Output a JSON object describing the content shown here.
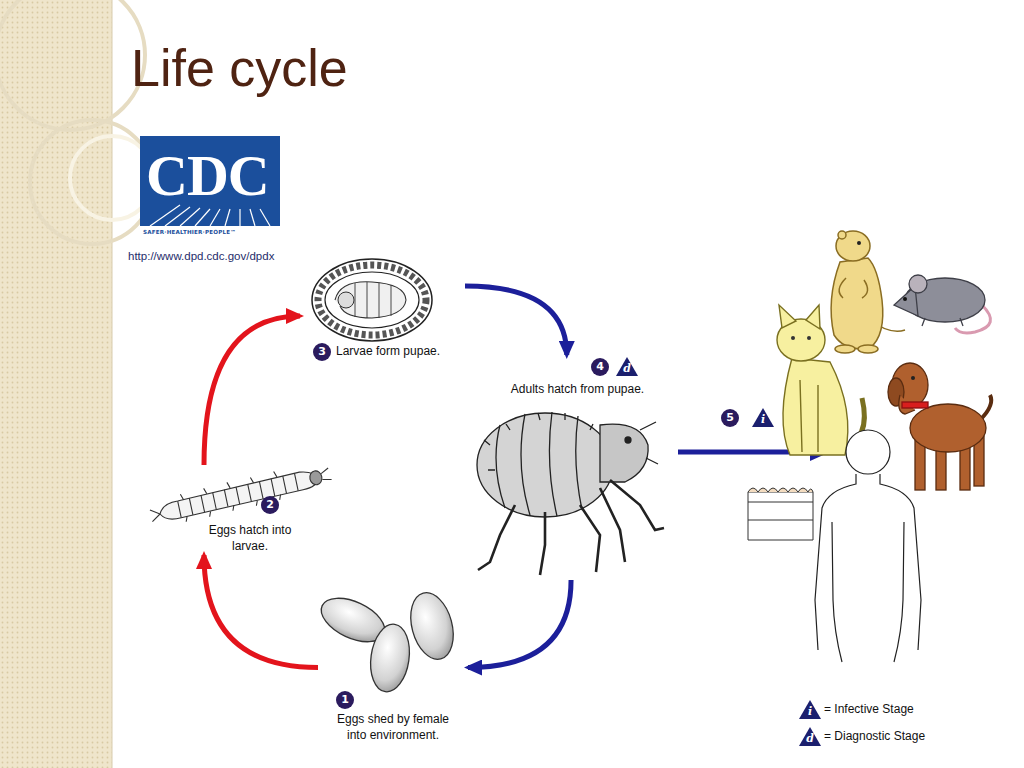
{
  "diagram": {
    "title": "Life cycle",
    "nodes": [
      {
        "text": [
          "1",
          "Eggs shed by female into environment."
        ]
      },
      {
        "text": [
          "2",
          "Eggs hatch into larvae."
        ]
      },
      {
        "text": [
          "3",
          "Larvae form pupae."
        ]
      },
      {
        "text": [
          "4",
          "d",
          "Adults hatch from pupae."
        ]
      }
    ],
    "edges": [
      {
        "from": 0,
        "to": 1,
        "arrow": "to"
      },
      {
        "from": 1,
        "to": 2,
        "arrow": "to"
      },
      {
        "from": 2,
        "to": 3,
        "arrow": "to"
      },
      {
        "from": 3,
        "to": 0,
        "arrow": "to"
      }
    ],
    "labels": [
      "CDC",
      "SAFER·HEALTHIER·PEOPLE™",
      "http://www.dpd.cdc.gov/dpdx",
      "5",
      "i",
      "i",
      "d"
    ],
    "legend": [
      {
        "text": "= Infective Stage"
      },
      {
        "text": "= Diagnostic Stage"
      }
    ]
  }
}
